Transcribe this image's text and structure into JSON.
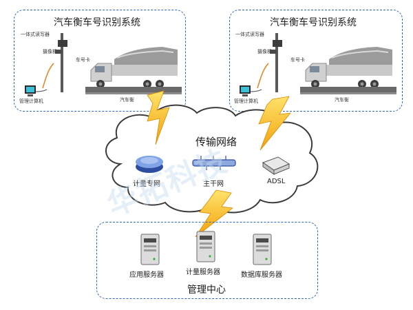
{
  "top_left_panel": {
    "title": "汽车衡车号识别系统",
    "labels": {
      "reader": "一体式读写器",
      "camera": "摄像机",
      "tag": "车号卡",
      "computer": "管理计算机",
      "scale": "汽车衡"
    }
  },
  "top_right_panel": {
    "title": "汽车衡车号识别系统",
    "labels": {
      "reader": "一体式读写器",
      "camera": "摄像机",
      "tag": "车号卡",
      "computer": "管理计算机",
      "scale": "汽车衡"
    }
  },
  "cloud": {
    "title": "传输网络",
    "nodes": [
      {
        "label": "计量专网"
      },
      {
        "label": "主干网"
      },
      {
        "label": "ADSL"
      }
    ]
  },
  "management_center": {
    "title": "管理中心",
    "servers": [
      {
        "label": "应用服务器"
      },
      {
        "label": "计量服务器"
      },
      {
        "label": "数据库服务器"
      }
    ]
  },
  "watermark_text": "华拓科技"
}
